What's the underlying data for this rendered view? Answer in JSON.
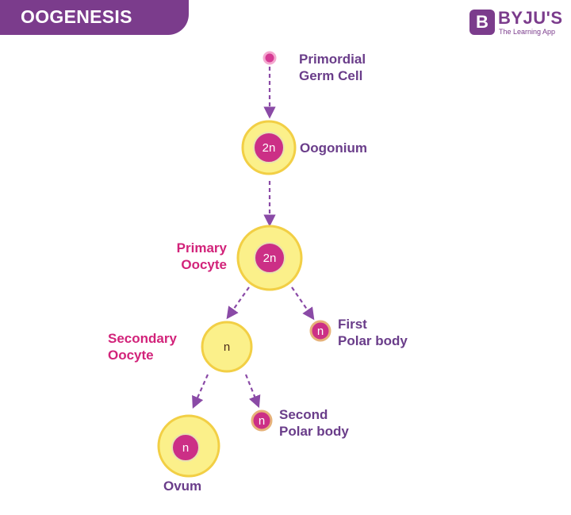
{
  "header": {
    "title": "OOGENESIS"
  },
  "logo": {
    "mark": "B",
    "name": "BYJU'S",
    "tagline": "The Learning App"
  },
  "stages": {
    "primordial": {
      "label_line1": "Primordial",
      "label_line2": "Germ Cell"
    },
    "oogonium": {
      "label": "Oogonium",
      "ploidy": "2n"
    },
    "primary": {
      "label_line1": "Primary",
      "label_line2": "Oocyte",
      "ploidy": "2n"
    },
    "first_polar": {
      "label_line1": "First",
      "label_line2": "Polar body",
      "ploidy": "n"
    },
    "secondary": {
      "label_line1": "Secondary",
      "label_line2": "Oocyte",
      "ploidy": "n"
    },
    "second_polar": {
      "label_line1": "Second",
      "label_line2": "Polar body",
      "ploidy": "n"
    },
    "ovum": {
      "label": "Ovum",
      "ploidy": "n"
    }
  },
  "colors": {
    "banner": "#7b3c8c",
    "cell_fill": "#fbf08a",
    "cell_ring": "#f2cf45",
    "nucleus": "#cc2f86",
    "arrow": "#8a4aa6",
    "pink_label": "#d2237a",
    "purple_label": "#6a3d8a"
  }
}
